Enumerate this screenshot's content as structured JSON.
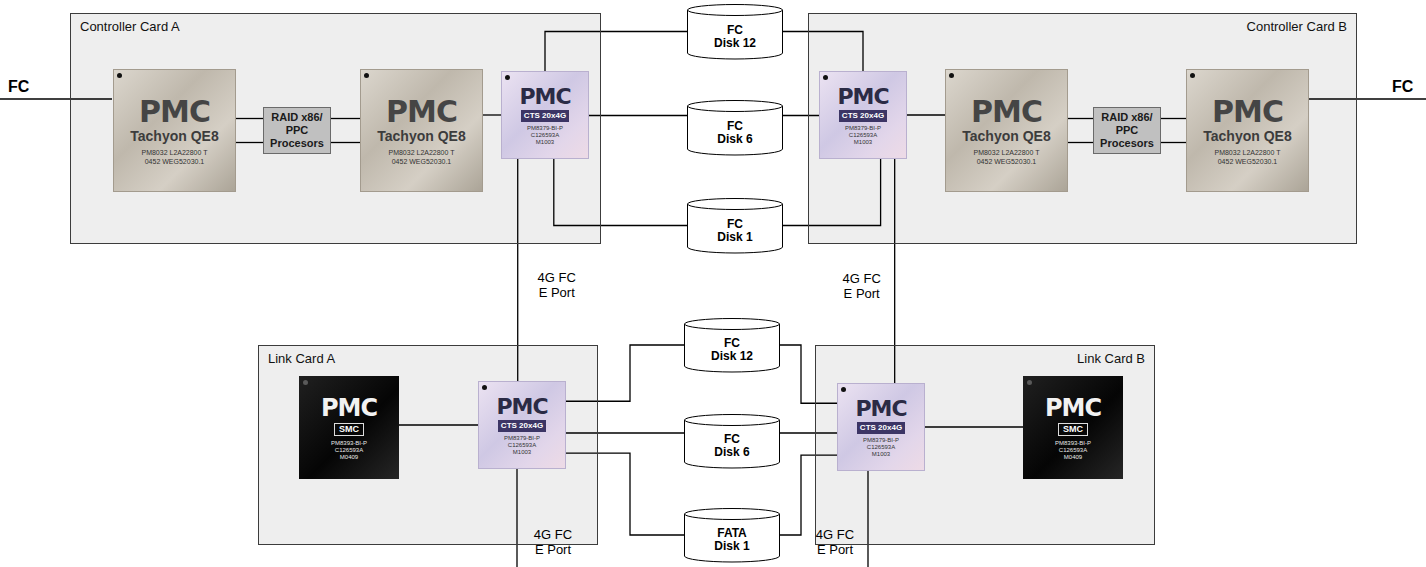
{
  "diagram": {
    "nodes": [
      {
        "text": [
          "Controller Card A"
        ]
      },
      {
        "text": [
          "PMC",
          "Tachyon QE8",
          "PM8032 L2A22800 T 0452 WEG52030.1"
        ],
        "in": 0
      },
      {
        "text": [
          "RAID x86/ PPC Procesors"
        ],
        "in": 0
      },
      {
        "text": [
          "PMC",
          "Tachyon QE8",
          "PM8032 L2A22800 T 0452 WEG52030.1"
        ],
        "in": 0
      },
      {
        "text": [
          "PMC",
          "CTS 20x4G",
          "PM8379-BI-P C126593A M1003"
        ],
        "in": 0
      },
      {
        "text": [
          "Controller Card B"
        ]
      },
      {
        "text": [
          "PMC",
          "CTS 20x4G",
          "PM8379-BI-P C126593A M1003"
        ],
        "in": 5
      },
      {
        "text": [
          "PMC",
          "Tachyon QE8",
          "PM8032 L2A22800 T 0452 WEG52030.1"
        ],
        "in": 5
      },
      {
        "text": [
          "RAID x86/ PPC Procesors"
        ],
        "in": 5
      },
      {
        "text": [
          "PMC",
          "Tachyon QE8",
          "PM8032 L2A22800 T 0452 WEG52030.1"
        ],
        "in": 5
      },
      {
        "text": [
          "FC Disk 12"
        ]
      },
      {
        "text": [
          "FC Disk 6"
        ]
      },
      {
        "text": [
          "FC Disk 1"
        ]
      },
      {
        "text": [
          "Link Card A"
        ]
      },
      {
        "text": [
          "PMC",
          "SMC",
          "PM8393-BI-P C126593A M0409"
        ],
        "in": 13
      },
      {
        "text": [
          "PMC",
          "CTS 20x4G",
          "PM8379-BI-P C126593A M1003"
        ],
        "in": 13
      },
      {
        "text": [
          "Link Card B"
        ]
      },
      {
        "text": [
          "PMC",
          "CTS 20x4G",
          "PM8379-BI-P C126593A M1003"
        ],
        "in": 16
      },
      {
        "text": [
          "PMC",
          "SMC",
          "PM8393-BI-P C126593A M0409"
        ],
        "in": 16
      },
      {
        "text": [
          "FC Disk 12"
        ]
      },
      {
        "text": [
          "FC Disk 6"
        ]
      },
      {
        "text": [
          "FATA Disk 1"
        ]
      }
    ],
    "edges": [
      {
        "from": 1,
        "to": 2,
        "arrow": "none"
      },
      {
        "from": 1,
        "to": 2,
        "arrow": "none"
      },
      {
        "from": 2,
        "to": 3,
        "arrow": "none"
      },
      {
        "from": 2,
        "to": 3,
        "arrow": "none"
      },
      {
        "from": 3,
        "to": 4,
        "arrow": "none"
      },
      {
        "from": 4,
        "to": 10,
        "arrow": "none"
      },
      {
        "from": 4,
        "to": 11,
        "arrow": "none"
      },
      {
        "from": 4,
        "to": 12,
        "arrow": "none"
      },
      {
        "from": 6,
        "to": 10,
        "arrow": "none"
      },
      {
        "from": 6,
        "to": 11,
        "arrow": "none"
      },
      {
        "from": 6,
        "to": 12,
        "arrow": "none"
      },
      {
        "from": 6,
        "to": 7,
        "arrow": "none"
      },
      {
        "from": 7,
        "to": 8,
        "arrow": "none"
      },
      {
        "from": 7,
        "to": 8,
        "arrow": "none"
      },
      {
        "from": 8,
        "to": 9,
        "arrow": "none"
      },
      {
        "from": 8,
        "to": 9,
        "arrow": "none"
      },
      {
        "from": 4,
        "to": 15,
        "label": "4G FC E Port",
        "arrow": "none"
      },
      {
        "from": 6,
        "to": 17,
        "label": "4G FC E Port",
        "arrow": "none"
      },
      {
        "from": 14,
        "to": 15,
        "arrow": "none"
      },
      {
        "from": 15,
        "to": 19,
        "arrow": "none"
      },
      {
        "from": 15,
        "to": 20,
        "arrow": "none"
      },
      {
        "from": 15,
        "to": 21,
        "arrow": "none"
      },
      {
        "from": 17,
        "to": 19,
        "arrow": "none"
      },
      {
        "from": 17,
        "to": 20,
        "arrow": "none"
      },
      {
        "from": 17,
        "to": 21,
        "arrow": "none"
      },
      {
        "from": 17,
        "to": 18,
        "arrow": "none"
      }
    ],
    "labels": [
      "FC",
      "FC",
      "4G FC E Port",
      "4G FC E Port"
    ]
  }
}
